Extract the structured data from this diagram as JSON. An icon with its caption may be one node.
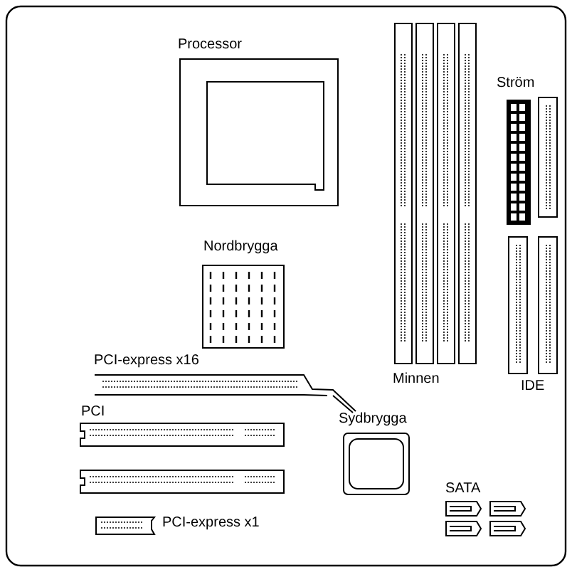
{
  "diagram": {
    "labels": [
      "Processor",
      "Ström",
      "Nordbrygga",
      "PCI-express x16",
      "Minnen",
      "IDE",
      "PCI",
      "Sydbrygga",
      "SATA",
      "PCI-express x1"
    ]
  }
}
